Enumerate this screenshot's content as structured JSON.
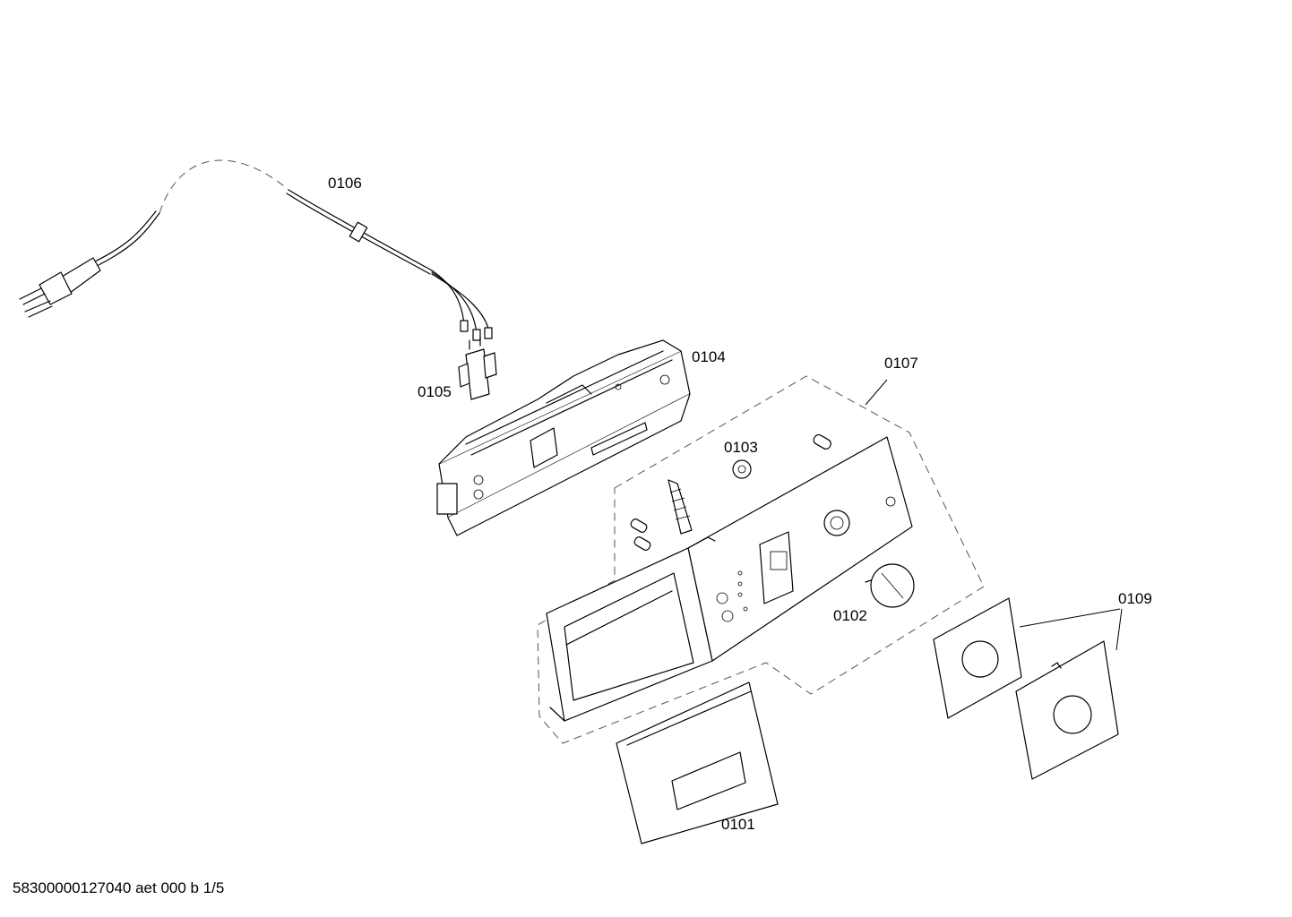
{
  "document": {
    "footer_code": "58300000127040 aet 000 b 1/5"
  },
  "parts": [
    {
      "id": "0101",
      "label": "0101"
    },
    {
      "id": "0102",
      "label": "0102"
    },
    {
      "id": "0103",
      "label": "0103"
    },
    {
      "id": "0104",
      "label": "0104"
    },
    {
      "id": "0105",
      "label": "0105"
    },
    {
      "id": "0106",
      "label": "0106"
    },
    {
      "id": "0107",
      "label": "0107"
    },
    {
      "id": "0109",
      "label": "0109"
    }
  ]
}
